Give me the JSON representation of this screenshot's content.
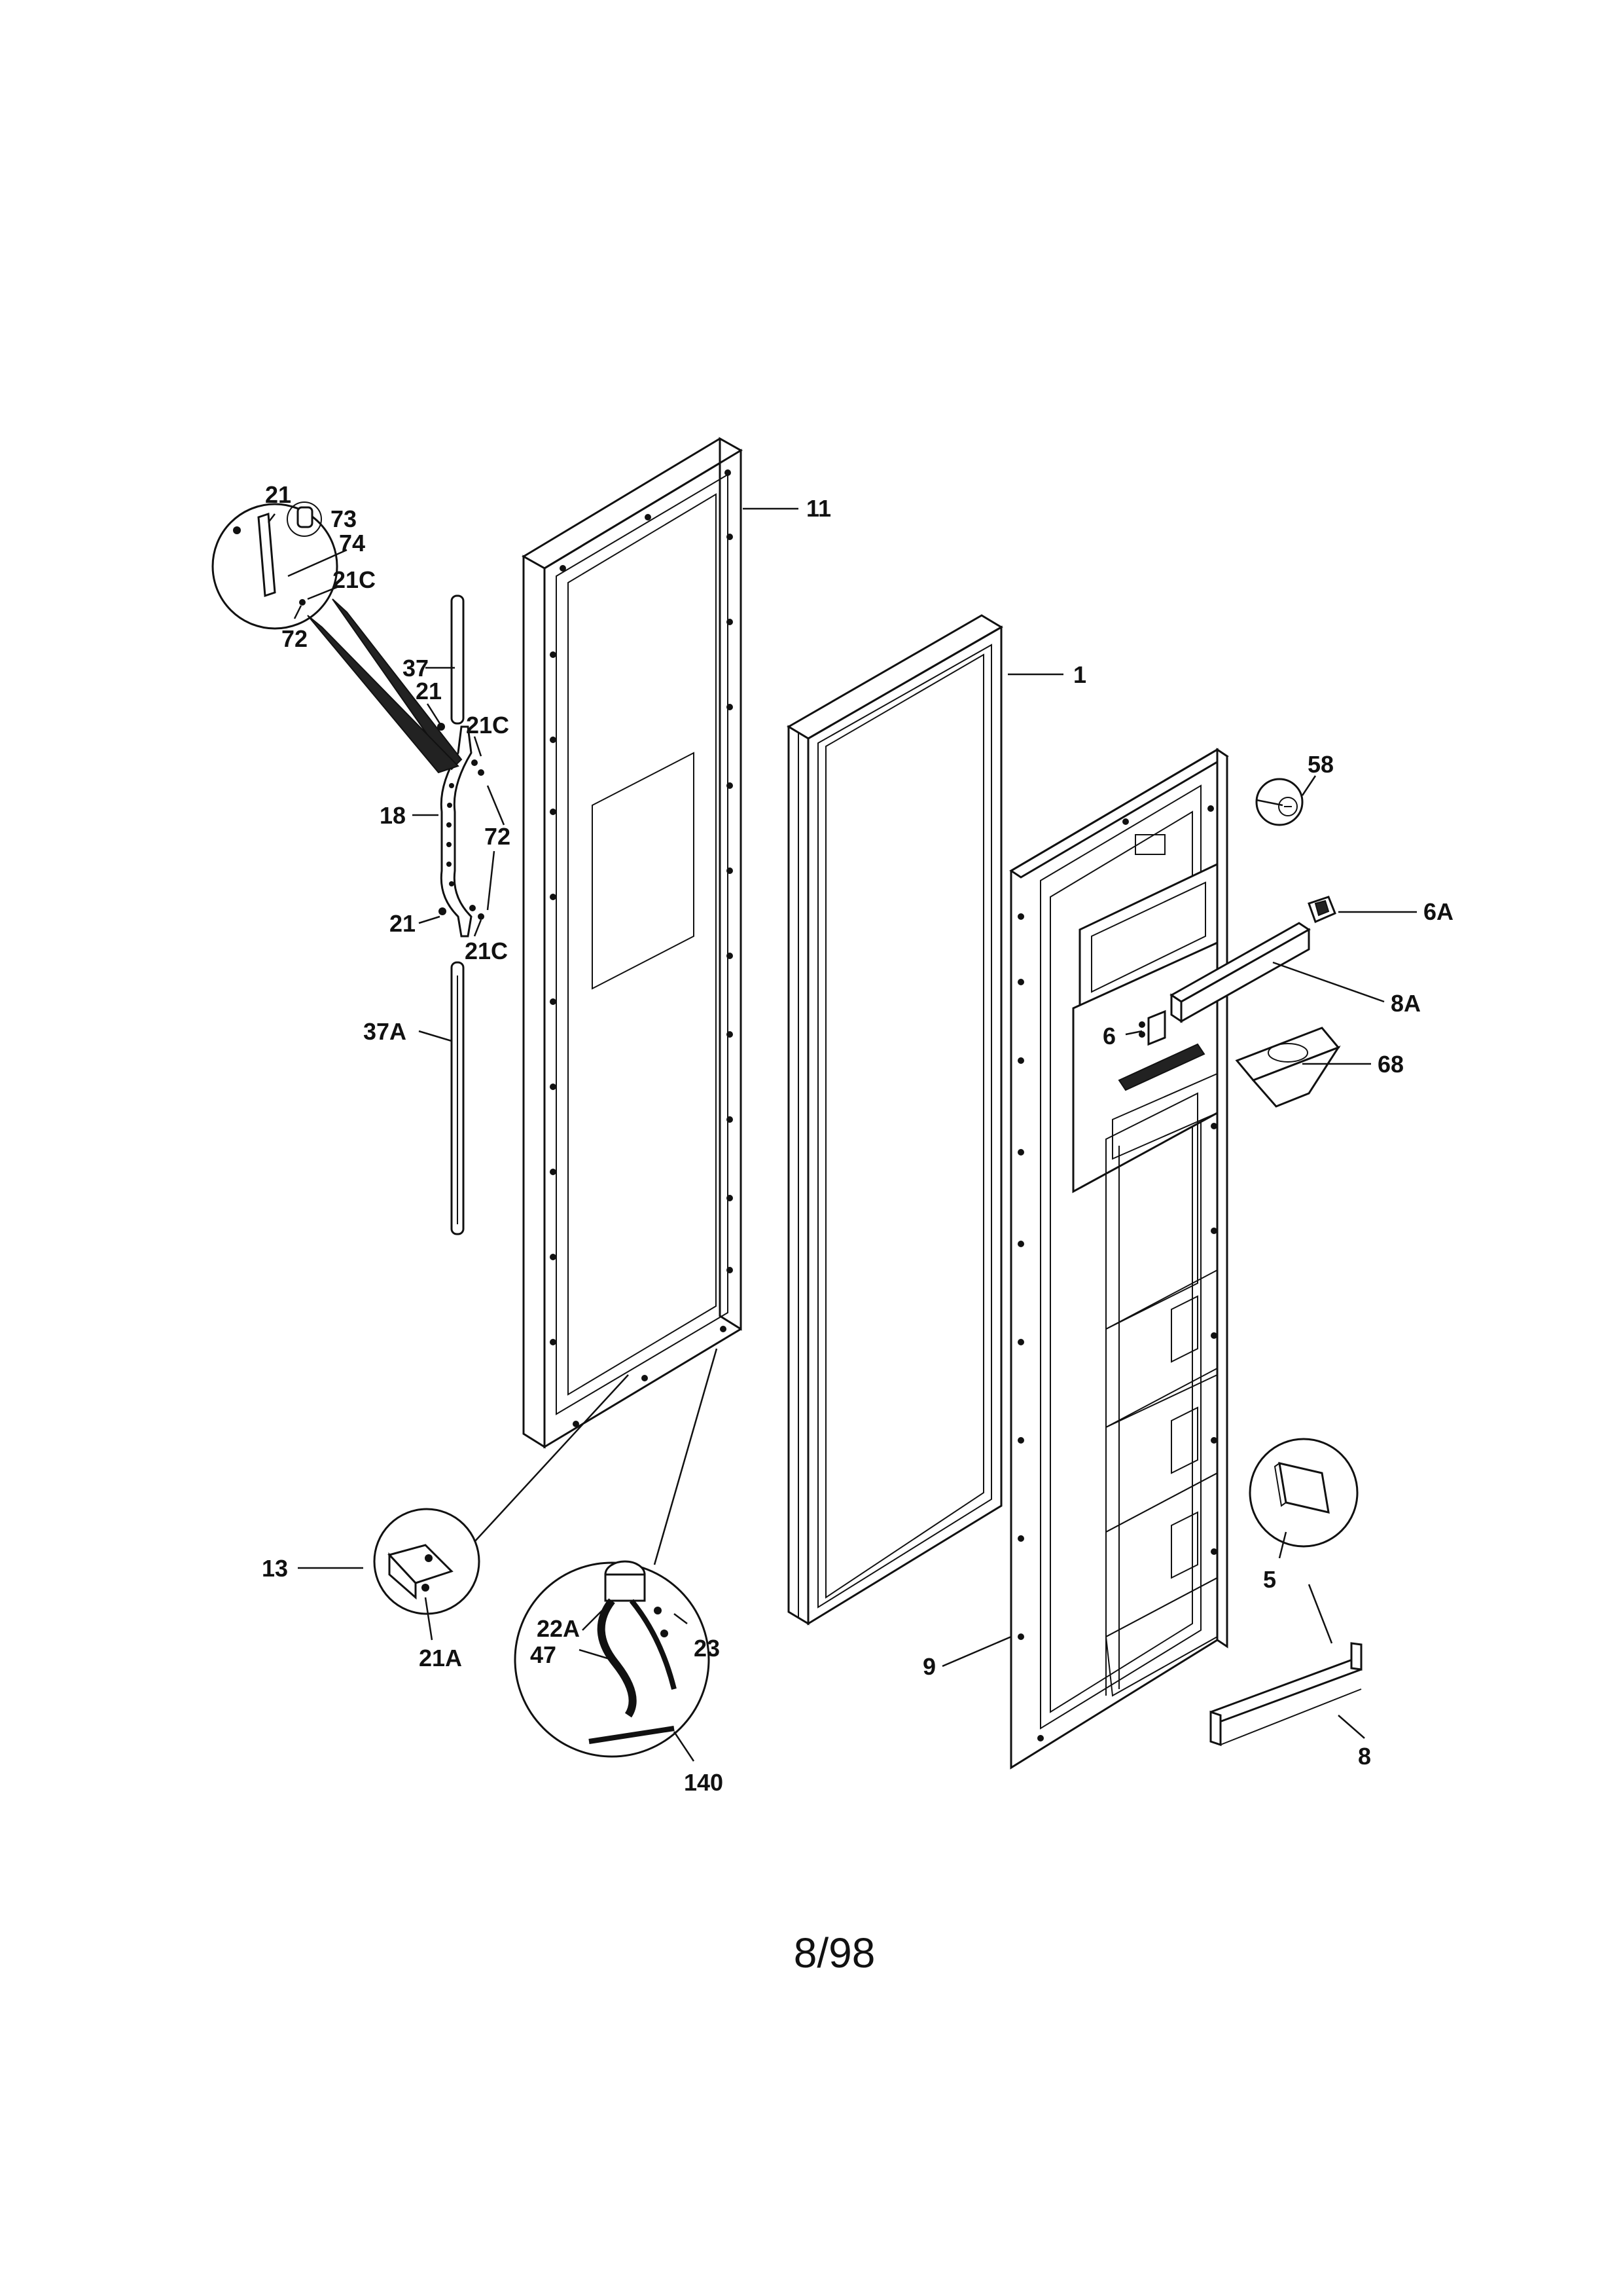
{
  "labels": {
    "l11": "11",
    "l1": "1",
    "l58": "58",
    "l6A": "6A",
    "l8A": "8A",
    "l6": "6",
    "l68": "68",
    "l9": "9",
    "l5": "5",
    "l8": "8",
    "l13": "13",
    "l21A": "21A",
    "l22A": "22A",
    "l47": "47",
    "l23": "23",
    "l140": "140",
    "l37": "37",
    "l21_mid": "21",
    "l21C_top": "21C",
    "l18": "18",
    "l72_mid": "72",
    "l21_low": "21",
    "l21C_low": "21C",
    "l37A": "37A",
    "d21": "21",
    "d73": "73",
    "d74": "74",
    "d21C": "21C",
    "d72": "72"
  },
  "page_number": "8/98"
}
